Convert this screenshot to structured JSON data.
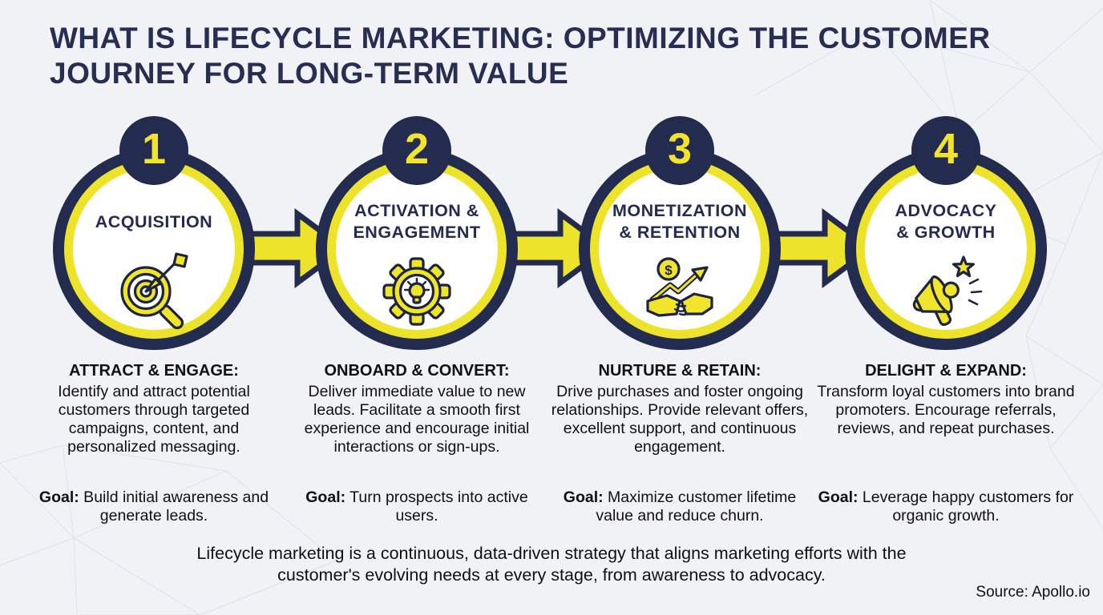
{
  "title": "WHAT IS LIFECYCLE MARKETING: OPTIMIZING THE CUSTOMER JOURNEY FOR LONG-TERM VALUE",
  "colors": {
    "navy": "#232B4E",
    "yellow": "#EDE32B",
    "background": "#F1F2F6",
    "text": "#101010"
  },
  "stages": [
    {
      "number": "1",
      "label_lines": [
        "ACQUISITION"
      ],
      "icon": "target-magnifier-icon",
      "heading": "ATTRACT & ENGAGE:",
      "body": "Identify and attract potential customers through targeted campaigns, content, and personalized messaging.",
      "goal_label": "Goal:",
      "goal_text": " Build initial awareness and generate leads."
    },
    {
      "number": "2",
      "label_lines": [
        "ACTIVATION &",
        "ENGAGEMENT"
      ],
      "icon": "gear-lightbulb-icon",
      "heading": "ONBOARD & CONVERT:",
      "body": "Deliver immediate value to new leads. Facilitate a smooth first experience and encourage initial interactions or sign-ups.",
      "goal_label": "Goal:",
      "goal_text": " Turn prospects into active users."
    },
    {
      "number": "3",
      "label_lines": [
        "MONETIZATION",
        "& RETENTION"
      ],
      "icon": "handshake-growth-icon",
      "heading": "NURTURE & RETAIN:",
      "body": "Drive purchases and foster ongoing relationships. Provide relevant offers, excellent support, and continuous engagement.",
      "goal_label": "Goal:",
      "goal_text": " Maximize customer lifetime value and reduce churn."
    },
    {
      "number": "4",
      "label_lines": [
        "ADVOCACY",
        "& GROWTH"
      ],
      "icon": "megaphone-star-icon",
      "heading": "DELIGHT & EXPAND:",
      "body": "Transform loyal customers into brand promoters. Encourage referrals, reviews, and repeat purchases.",
      "goal_label": "Goal:",
      "goal_text": " Leverage happy customers for organic growth."
    }
  ],
  "footer": {
    "summary": "Lifecycle marketing is a continuous, data-driven strategy that aligns marketing efforts with the customer's evolving needs at every stage, from awareness to advocacy.",
    "source": "Source: Apollo.io"
  }
}
